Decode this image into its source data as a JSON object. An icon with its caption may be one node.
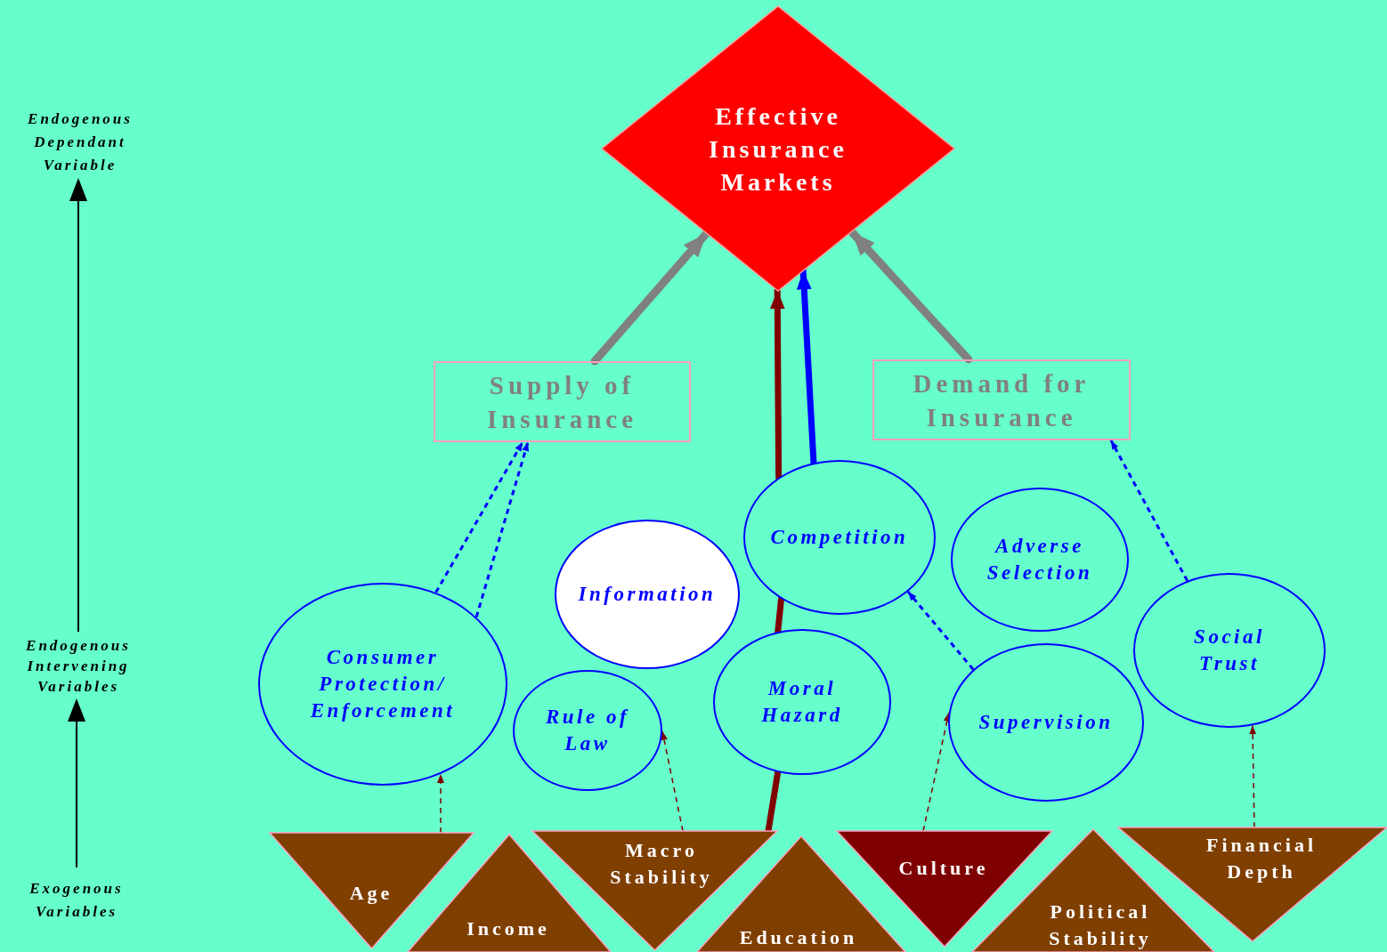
{
  "diagram": {
    "nodes": [
      {
        "text": [
          "Effective Insurance Markets"
        ]
      },
      {
        "text": [
          "Supply of Insurance"
        ]
      },
      {
        "text": [
          "Demand for Insurance"
        ]
      },
      {
        "text": [
          "Information"
        ]
      },
      {
        "text": [
          "Competition"
        ]
      },
      {
        "text": [
          "Adverse Selection"
        ]
      },
      {
        "text": [
          "Consumer Protection/ Enforcement"
        ]
      },
      {
        "text": [
          "Moral Hazard"
        ]
      },
      {
        "text": [
          "Rule of Law"
        ]
      },
      {
        "text": [
          "Supervision"
        ]
      },
      {
        "text": [
          "Social Trust"
        ]
      },
      {
        "text": [
          "Age"
        ]
      },
      {
        "text": [
          "Income"
        ]
      },
      {
        "text": [
          "Macro Stability"
        ]
      },
      {
        "text": [
          "Education"
        ]
      },
      {
        "text": [
          "Culture"
        ]
      },
      {
        "text": [
          "Political Stability"
        ]
      },
      {
        "text": [
          "Financial Depth"
        ]
      }
    ],
    "edges": [
      {
        "from": 1,
        "to": 0,
        "arrow": "to",
        "style": "thick",
        "color": "#808080"
      },
      {
        "from": 2,
        "to": 0,
        "arrow": "to",
        "style": "thick",
        "color": "#808080"
      },
      {
        "from": 13,
        "to": 7,
        "arrow": "none",
        "style": "thick"
      },
      {
        "from": 7,
        "to": 4,
        "arrow": "none",
        "style": "thick"
      },
      {
        "from": 4,
        "to": 0,
        "arrow": "to",
        "style": "thick"
      },
      {
        "from": 4,
        "to": 0,
        "arrow": "to",
        "style": "thick",
        "color": "#0000ff"
      },
      {
        "from": 6,
        "to": 1,
        "arrow": "to",
        "style": "dashed",
        "color": "#0000ff"
      },
      {
        "from": 6,
        "to": 1,
        "arrow": "to",
        "style": "dashed",
        "color": "#0000ff"
      },
      {
        "from": 9,
        "to": 4,
        "arrow": "to",
        "style": "dashed",
        "color": "#0000ff"
      },
      {
        "from": 10,
        "to": 2,
        "arrow": "to",
        "style": "dashed",
        "color": "#0000ff"
      },
      {
        "from": 11,
        "to": 6,
        "arrow": "to",
        "style": "dashed"
      },
      {
        "from": 13,
        "to": 8,
        "arrow": "to",
        "style": "dashed"
      },
      {
        "from": 15,
        "to": 9,
        "arrow": "to",
        "style": "dashed"
      },
      {
        "from": 17,
        "to": 10,
        "arrow": "to",
        "style": "dashed"
      }
    ],
    "labels": [
      "Endogenous Dependant Variable",
      "Endogenous Intervening Variables",
      "Exogenous Variables"
    ]
  }
}
